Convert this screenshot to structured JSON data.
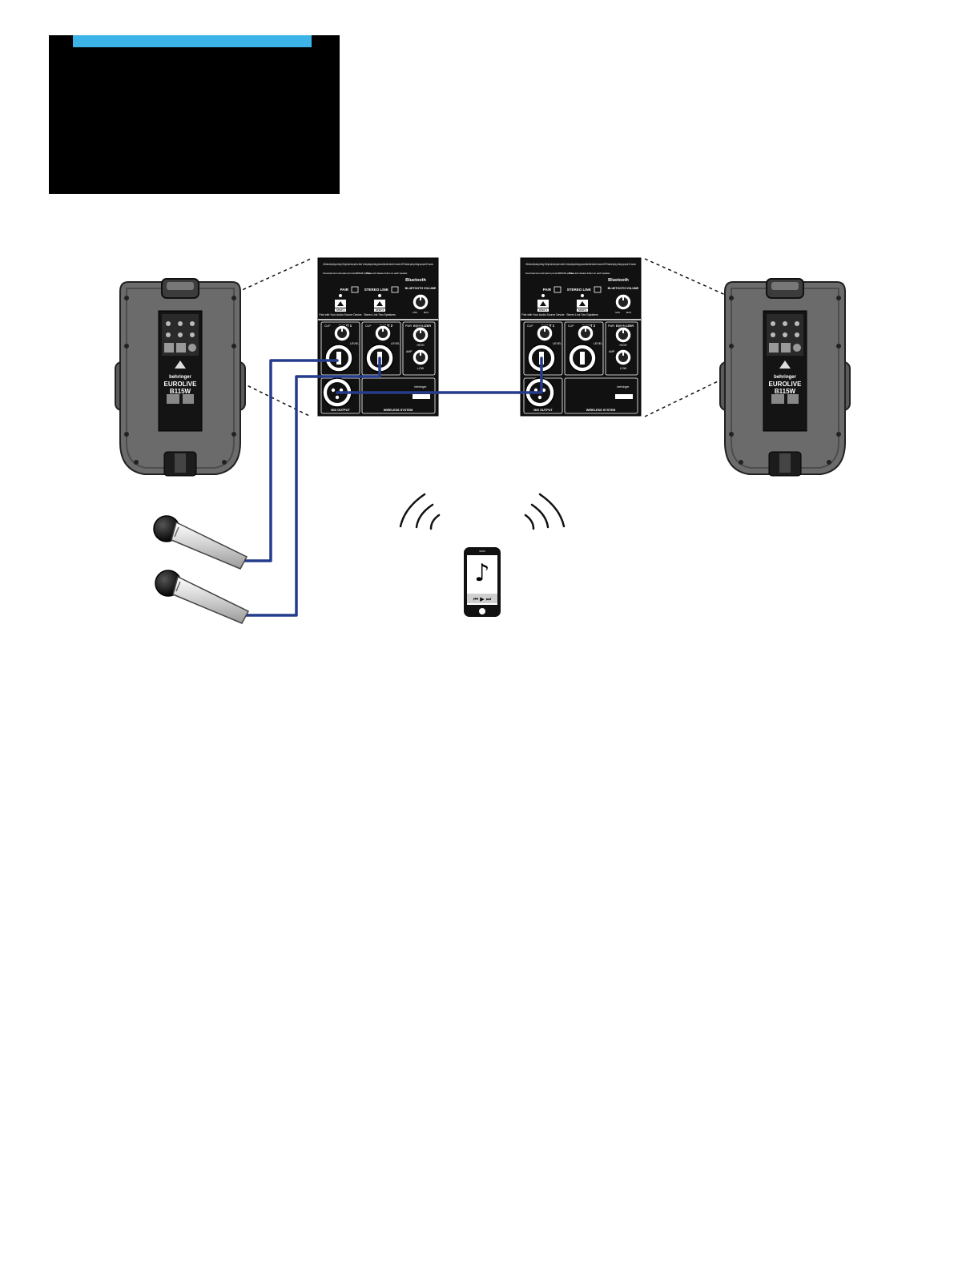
{
  "colors": {
    "accent": "#3db4e8",
    "cable": "#253c8c",
    "speaker_body": "#6b6b6b",
    "panel": "#111111"
  },
  "panels": [
    {
      "notice": "LEDs flash while pairing or linking; LEDs light solid when paired or linked. To reset pairing and linking press and hold either button for 5 seconds. NOTE: Bluetooth pairing or linking may require 30+ seconds.",
      "bluetooth_logo": "Bluetooth",
      "pair_label": "PAIR",
      "stereo_link_label": "STEREO LINK",
      "bt_volume_label": "BLUETOOTH VOLUME",
      "pair_note": "Pair with Your Audio Source Device",
      "link_note": "Stereo Link Two Speakers",
      "pair_help": "Press and release button on master speaker only, then select BEHRINGER in your device.",
      "link_help": "Press and release button on each speaker.",
      "step1": "STEP 1",
      "step2": "STEP 2",
      "input1": "INPUT 1",
      "input2": "INPUT 2",
      "clip": "CLIP",
      "level": "LEVEL",
      "min": "MIN",
      "max": "MAX",
      "pwr": "PWR",
      "equalizer": "EQUALIZER",
      "high": "HIGH",
      "low": "LOW",
      "amp": "AMP",
      "mix_output": "MIX OUTPUT",
      "wireless_system": "WIRELESS SYSTEM",
      "brand": "behringer"
    },
    {
      "notice": "LEDs flash while pairing or linking; LEDs light solid when paired or linked. To reset pairing and linking press and hold either button for 5 seconds. NOTE: Bluetooth pairing or linking may require 30+ seconds.",
      "bluetooth_logo": "Bluetooth",
      "pair_label": "PAIR",
      "stereo_link_label": "STEREO LINK",
      "bt_volume_label": "BLUETOOTH VOLUME",
      "pair_note": "Pair with Your Audio Source Device",
      "link_note": "Stereo Link Two Speakers",
      "pair_help": "Press and release button on master speaker only, then select BEHRINGER in your device.",
      "link_help": "Press and release button on each speaker.",
      "step1": "STEP 1",
      "step2": "STEP 2",
      "input1": "INPUT 1",
      "input2": "INPUT 2",
      "clip": "CLIP",
      "level": "LEVEL",
      "min": "MIN",
      "max": "MAX",
      "pwr": "PWR",
      "equalizer": "EQUALIZER",
      "high": "HIGH",
      "low": "LOW",
      "amp": "AMP",
      "mix_output": "MIX OUTPUT",
      "wireless_system": "WIRELESS SYSTEM",
      "brand": "behringer"
    }
  ],
  "speakers": [
    {
      "brand": "behringer",
      "model_line": "EUROLIVE",
      "model": "B115W"
    },
    {
      "brand": "behringer",
      "model_line": "EUROLIVE",
      "model": "B115W"
    }
  ],
  "phone": {
    "play_controls": "⏮ ▶ ⏭",
    "note_glyph": "♪"
  }
}
